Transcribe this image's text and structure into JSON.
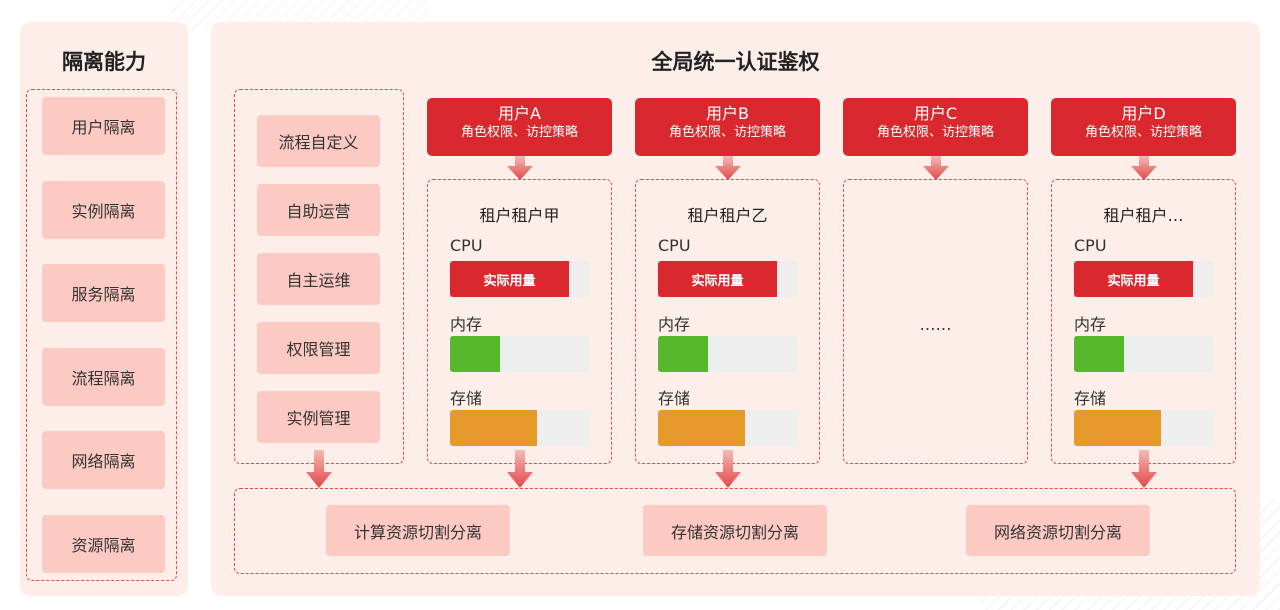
{
  "isolation": {
    "title": "隔离能力",
    "items": [
      "用户隔离",
      "实例隔离",
      "服务隔离",
      "流程隔离",
      "网络隔离",
      "资源隔离"
    ]
  },
  "auth": {
    "title": "全局统一认证鉴权",
    "functions": [
      "流程自定义",
      "自助运营",
      "自主运维",
      "权限管理",
      "实例管理"
    ],
    "users": [
      {
        "name": "用户A",
        "desc": "角色权限、访控策略"
      },
      {
        "name": "用户B",
        "desc": "角色权限、访控策略"
      },
      {
        "name": "用户C",
        "desc": "角色权限、访控策略"
      },
      {
        "name": "用户D",
        "desc": "角色权限、访控策略"
      }
    ],
    "resource_labels": {
      "cpu": "CPU",
      "memory": "内存",
      "storage": "存储"
    },
    "bar_text": "实际用量",
    "ellipsis": "……",
    "tenants": [
      {
        "name": "租户租户甲",
        "cpu": 0.85,
        "memory": 0.36,
        "storage": 0.62
      },
      {
        "name": "租户租户乙",
        "cpu": 0.85,
        "memory": 0.36,
        "storage": 0.62
      },
      {
        "name": "租户租户…",
        "cpu": 0.85,
        "memory": 0.36,
        "storage": 0.62
      }
    ],
    "resources": [
      "计算资源切割分离",
      "存储资源切割分离",
      "网络资源切割分离"
    ]
  },
  "colors": {
    "cpu": "#d9292f",
    "memory": "#55b82a",
    "storage": "#e69a2b",
    "accent": "#d9292f"
  }
}
